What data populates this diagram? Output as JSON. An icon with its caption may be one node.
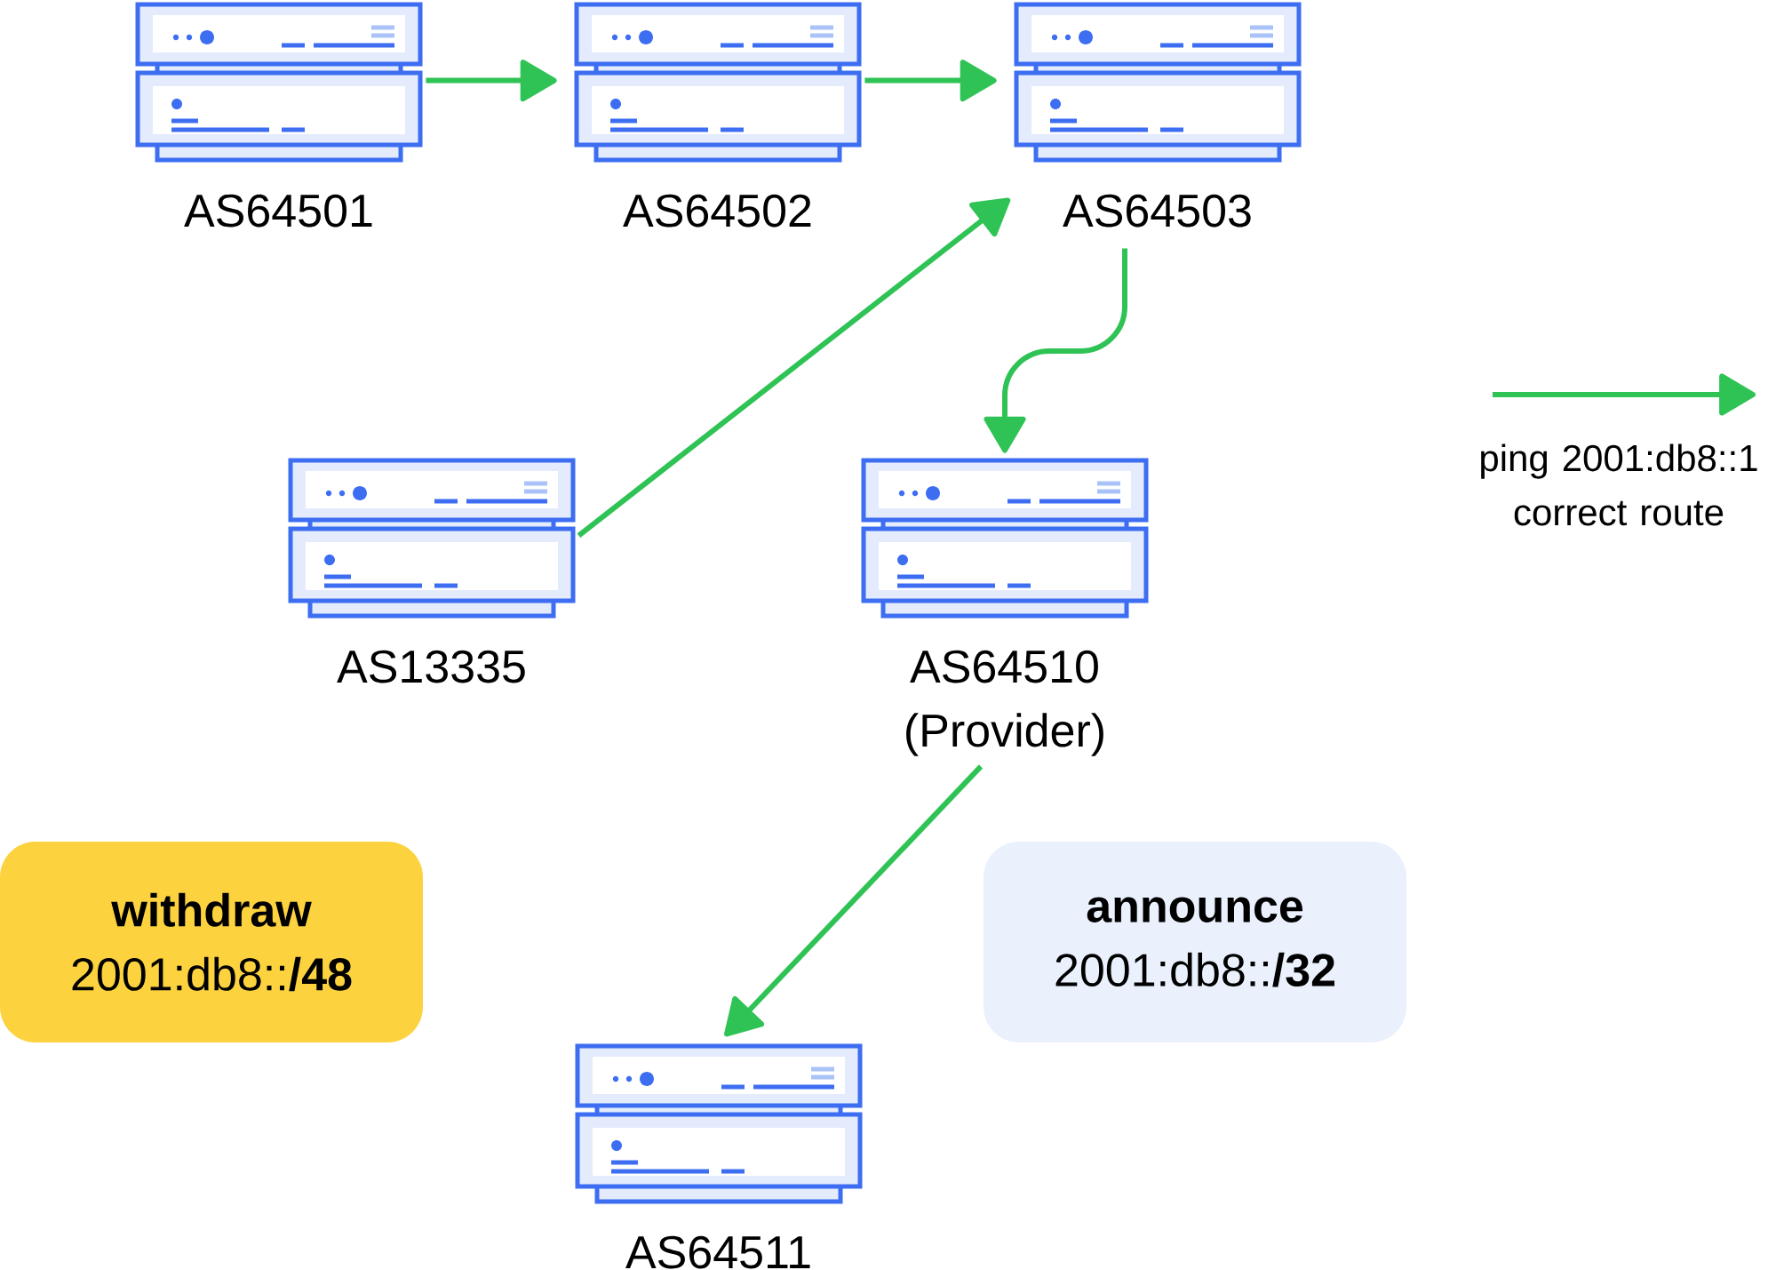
{
  "diagram": {
    "nodes": [
      {
        "text": [
          "AS64501"
        ]
      },
      {
        "text": [
          "AS64502"
        ]
      },
      {
        "text": [
          "AS64503"
        ]
      },
      {
        "text": [
          "AS13335"
        ]
      },
      {
        "text": [
          "AS64510 (Provider)"
        ]
      },
      {
        "text": [
          "withdraw",
          "2001:db8::**/48**"
        ]
      },
      {
        "text": [
          "announce",
          "2001:db8::**/32**"
        ]
      },
      {
        "text": [
          "AS64511"
        ]
      }
    ],
    "edges": [
      {
        "from": 0,
        "to": 1,
        "arrow": "to"
      },
      {
        "from": 1,
        "to": 2,
        "arrow": "to"
      },
      {
        "from": 3,
        "to": 2,
        "arrow": "to"
      },
      {
        "from": 2,
        "to": 4,
        "arrow": "to"
      },
      {
        "from": 4,
        "to": 7,
        "arrow": "to"
      }
    ],
    "legend": [
      {
        "text": "ping 2001:db8::1 correct route"
      }
    ]
  }
}
